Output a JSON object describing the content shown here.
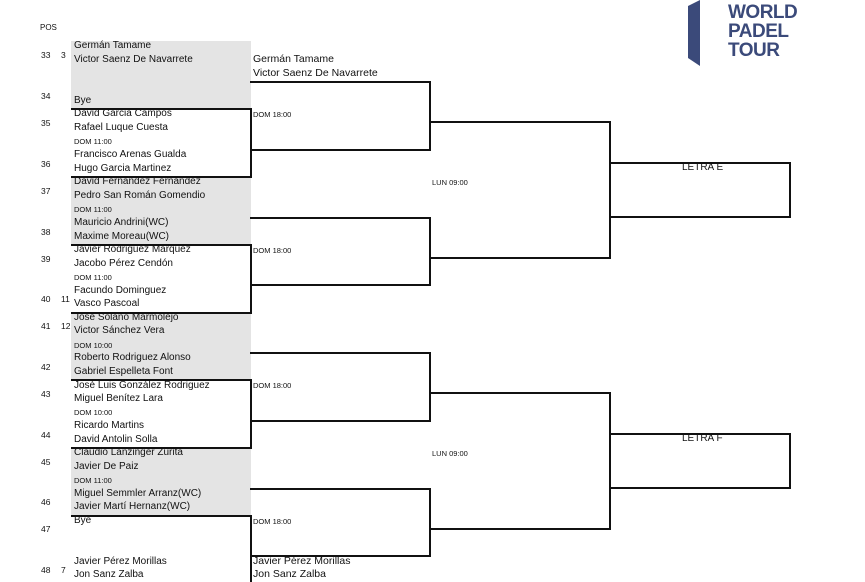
{
  "header": {
    "pos_label": "POS"
  },
  "logo": {
    "line1": "WORLD",
    "line2": "PADEL",
    "line3": "TOUR",
    "color": "#3b4a7a"
  },
  "positions": [
    "33",
    "34",
    "35",
    "36",
    "37",
    "38",
    "39",
    "40",
    "41",
    "42",
    "43",
    "44",
    "45",
    "46",
    "47",
    "48"
  ],
  "seeds": {
    "s33": "3",
    "s40": "11",
    "s41": "12",
    "s48": "7"
  },
  "players": {
    "p33a": "Germán Tamame",
    "p33b": "Victor Saenz De Navarrete",
    "p34a": "Bye",
    "p35a": "David Garcia Campos",
    "p35b": "Rafael Luque Cuesta",
    "p36a": "Francisco Arenas Gualda",
    "p36b": "Hugo Garcia Martinez",
    "p37a": "David Fernandez  Fernandez",
    "p37b": "Pedro San Román Gomendio",
    "p38a": "Mauricio Andrini(WC)",
    "p38b": "Maxime Moreau(WC)",
    "p39a": "Javier Rodriguez Marquez",
    "p39b": "Jacobo Pérez Cendón",
    "p40a": "Facundo Dominguez",
    "p40b": "Vasco Pascoal",
    "p41a": "José Solano Marmolejo",
    "p41b": "Victor Sánchez Vera",
    "p42a": "Roberto Rodriguez Alonso",
    "p42b": "Gabriel Espelleta Font",
    "p43a": "José Luis González Rodriguez",
    "p43b": "Miguel Benítez Lara",
    "p44a": "Ricardo Martins",
    "p44b": "David Antolin Solla",
    "p45a": "Claudio Lanzinger Zurita",
    "p45b": "Javier De Paiz",
    "p46a": "Miguel Semmler Arranz(WC)",
    "p46b": "Javier Martí Hernanz(WC)",
    "p47a": "Bye",
    "p48a": "Javier Pérez Morillas",
    "p48b": "Jon Sanz Zalba"
  },
  "times": {
    "t1": "DOM 11:00",
    "t2": "DOM 11:00",
    "t3": "DOM 11:00",
    "t4": "DOM 10:00",
    "t5": "DOM 10:00",
    "t6": "DOM 11:00"
  },
  "round2": {
    "top_a": "Germán Tamame",
    "top_b": "Victor Saenz De Navarrete",
    "bot_a": "Javier Pérez Morillas",
    "bot_b": "Jon Sanz Zalba",
    "times": [
      "DOM 18:00",
      "DOM 18:00",
      "DOM 18:00",
      "DOM 18:00"
    ]
  },
  "round3": {
    "times": [
      "LUN 09:00",
      "LUN 09:00"
    ]
  },
  "round4": {
    "letra_e": "LETRA E",
    "letra_f": "LETRA F"
  }
}
